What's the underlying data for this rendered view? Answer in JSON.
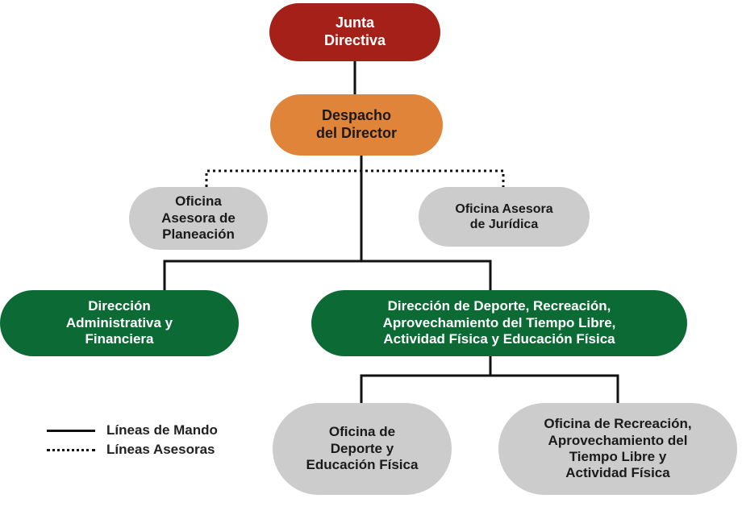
{
  "nodes": {
    "junta": "Junta\nDirectiva",
    "despacho": "Despacho\ndel Director",
    "planeacion": "Oficina\nAsesora de\nPlaneación",
    "juridica": "Oficina Asesora\nde Jurídica",
    "administrativa": "Dirección\nAdministrativa y\nFinanciera",
    "deporte_dir": "Dirección de Deporte, Recreación,\nAprovechamiento del Tiempo Libre,\nActividad Física y Educación Física",
    "oficina_deporte": "Oficina de\nDeporte y\nEducación Física",
    "oficina_recreacion": "Oficina de Recreación,\nAprovechamiento del\nTiempo Libre y\nActividad Física"
  },
  "legend": {
    "mando": "Líneas de Mando",
    "asesoras": "Líneas Asesoras"
  },
  "colors": {
    "junta": "#a52019",
    "despacho": "#e0843a",
    "asesora": "#cccccc",
    "direccion": "#0c6b35"
  }
}
